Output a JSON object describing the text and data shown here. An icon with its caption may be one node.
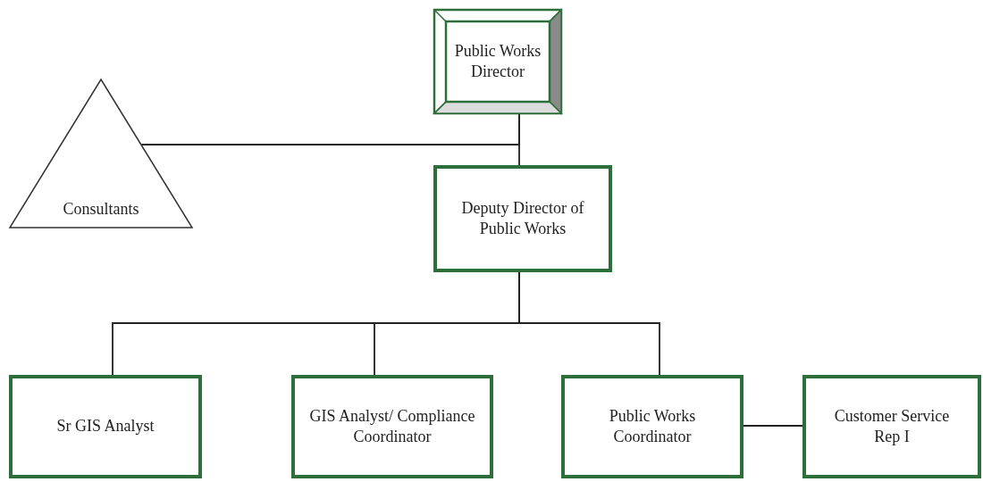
{
  "diagram": {
    "nodes": [
      {
        "text": [
          "Public Works Director"
        ]
      },
      {
        "text": [
          "Consultants"
        ]
      },
      {
        "text": [
          "Deputy Director of Public Works"
        ]
      },
      {
        "text": [
          "Sr GIS Analyst"
        ]
      },
      {
        "text": [
          "GIS Analyst/ Compliance Coordinator"
        ]
      },
      {
        "text": [
          "Public Works Coordinator"
        ]
      },
      {
        "text": [
          "Customer Service Rep I"
        ]
      }
    ],
    "edges": [
      {
        "from": 0,
        "to": 2,
        "arrow": "none"
      },
      {
        "from": 1,
        "to": 0,
        "arrow": "none"
      },
      {
        "from": 2,
        "to": 3,
        "arrow": "none"
      },
      {
        "from": 2,
        "to": 4,
        "arrow": "none"
      },
      {
        "from": 2,
        "to": 5,
        "arrow": "none"
      },
      {
        "from": 5,
        "to": 6,
        "arrow": "none"
      }
    ]
  }
}
